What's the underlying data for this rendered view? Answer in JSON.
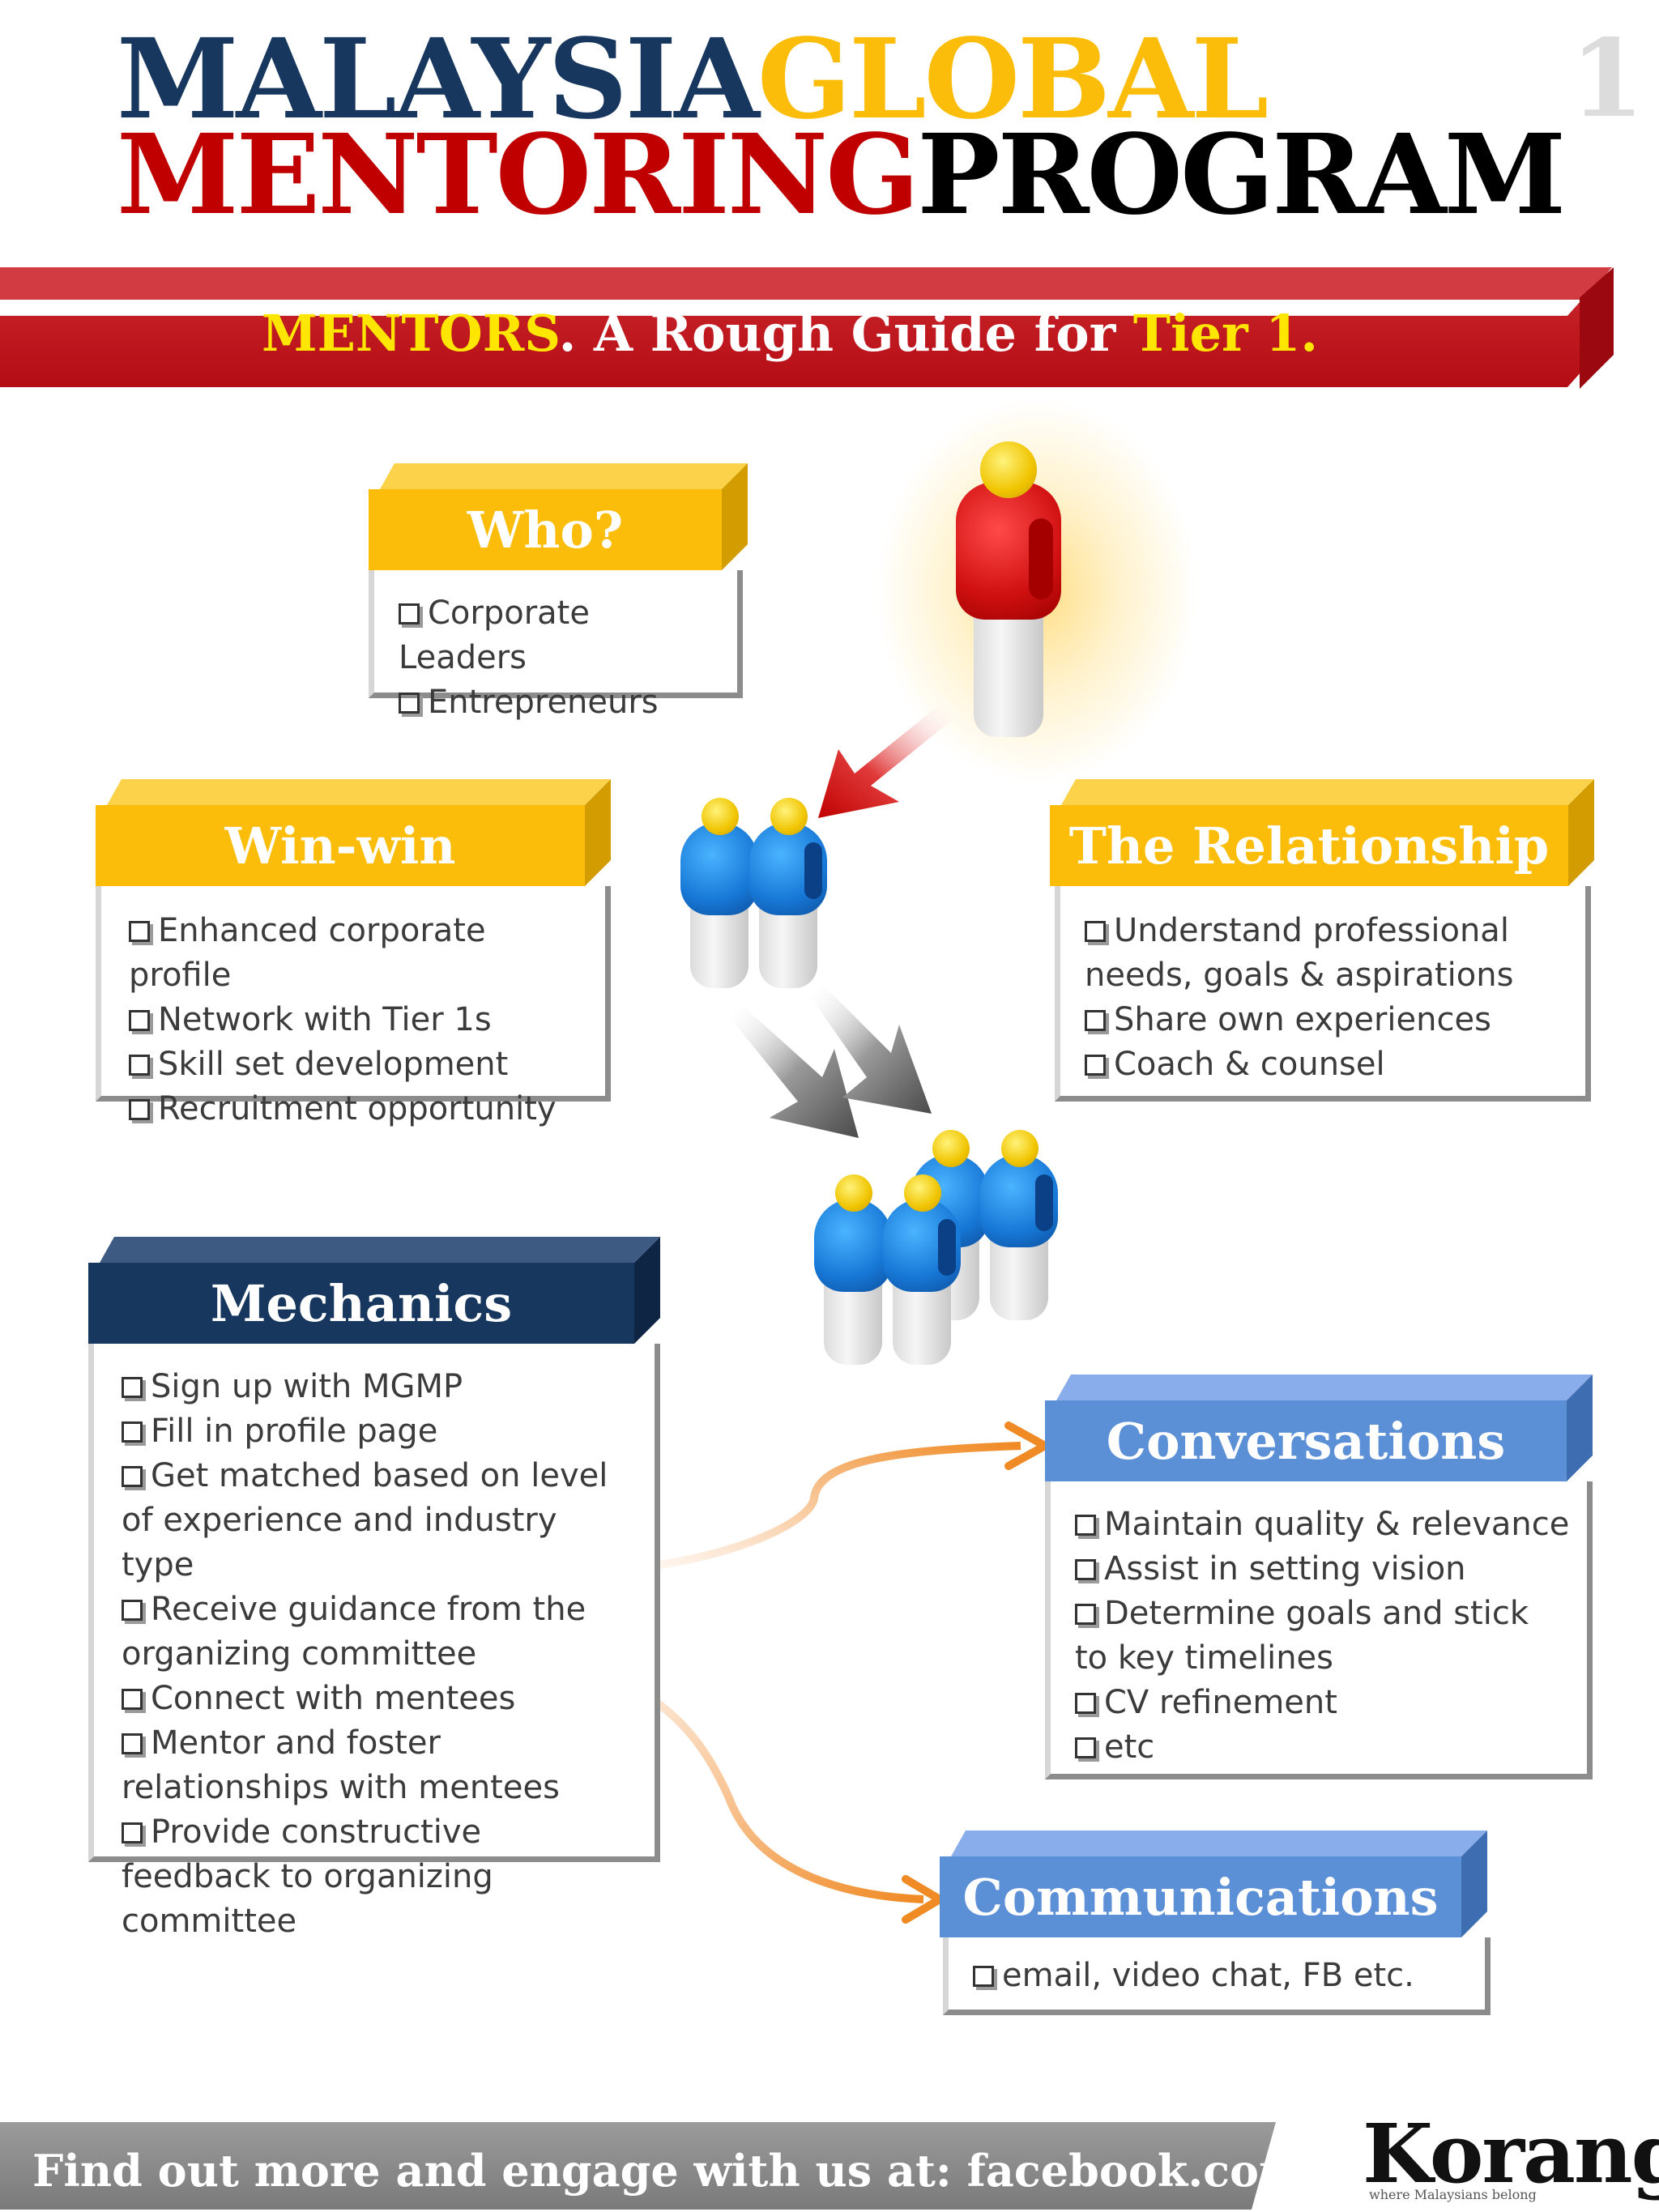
{
  "header": {
    "line1_a": "MALAYSIA",
    "line1_b": "GLOBAL",
    "line2_a": "MENTORING",
    "line2_b": "PROGRAM",
    "page_number": "1",
    "colors": {
      "navy": "#17375e",
      "gold": "#fbbd0a",
      "red": "#c00000",
      "black": "#000000"
    }
  },
  "banner": {
    "part1": "MENTORS",
    "part2": ". A Rough Guide for ",
    "part3": "Tier 1."
  },
  "sections": {
    "who": {
      "title": "Who?",
      "items": [
        "Corporate Leaders",
        "Entrepreneurs"
      ]
    },
    "winwin": {
      "title": "Win-win",
      "items": [
        "Enhanced corporate profile",
        "Network with Tier 1s",
        "Skill set development",
        "Recruitment opportunity"
      ]
    },
    "relationship": {
      "title": "The Relationship",
      "items": [
        "Understand professional needs, goals & aspirations",
        "Share own experiences",
        "Coach & counsel"
      ]
    },
    "mechanics": {
      "title": "Mechanics",
      "items": [
        "Sign up with MGMP",
        "Fill in profile page",
        "Get matched based on level of experience and industry type",
        "Receive guidance from the organizing committee",
        "Connect with mentees",
        "Mentor and foster relationships with mentees",
        "Provide constructive feedback to organizing committee"
      ]
    },
    "conversations": {
      "title": "Conversations",
      "items": [
        "Maintain quality & relevance",
        "Assist in setting vision",
        "Determine goals and stick to key timelines",
        "CV refinement",
        "etc"
      ]
    },
    "communications": {
      "title": "Communications",
      "items": [
        "email, video chat, FB etc."
      ]
    }
  },
  "icons": {
    "mentor_figure": "red-person-icon",
    "mentee_figures": "blue-person-icon",
    "checkbox": "checkbox-icon",
    "arrows": "arrow-icon"
  },
  "footer": {
    "text": "Find out more and engage with us at: facebook.com/MGMP",
    "logo_text": "Korang",
    "logo_tagline": "where Malaysians belong"
  }
}
